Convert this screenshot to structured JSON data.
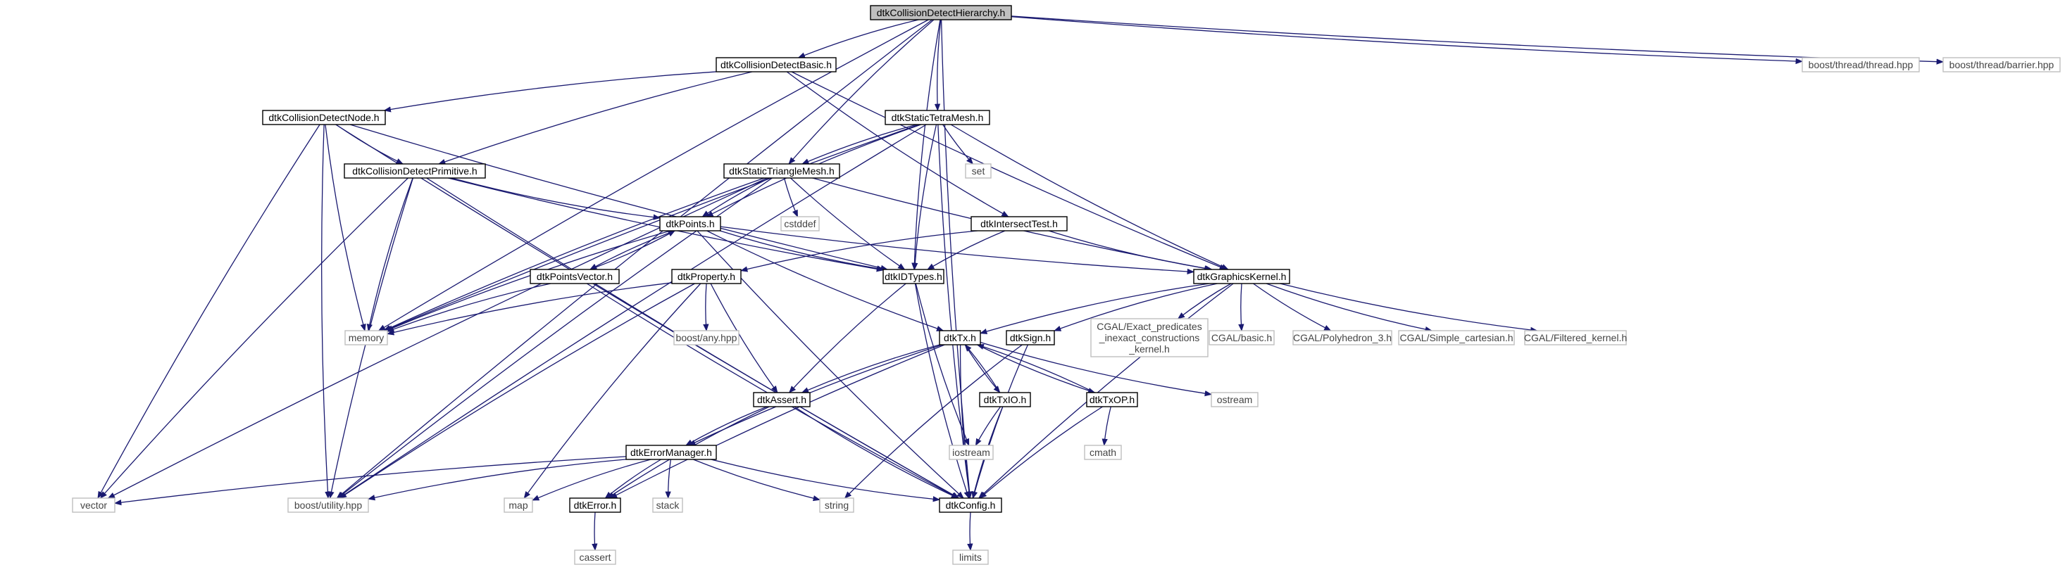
{
  "title": "dtkCollisionDetectHierarchy.h",
  "colors": {
    "edge": "#191970",
    "root_fill": "#bfbfbf",
    "documented_border": "#000000",
    "external_border": "#bfbfbf",
    "external_text": "#444444"
  },
  "nodes": {
    "root": {
      "lines": [
        "dtkCollisionDetectHierarchy.h"
      ],
      "kind": "root"
    },
    "cdbasic": {
      "lines": [
        "dtkCollisionDetectBasic.h"
      ],
      "kind": "doc"
    },
    "bthread": {
      "lines": [
        "boost/thread/thread.hpp"
      ],
      "kind": "ext"
    },
    "bbarrier": {
      "lines": [
        "boost/thread/barrier.hpp"
      ],
      "kind": "ext"
    },
    "cdnode": {
      "lines": [
        "dtkCollisionDetectNode.h"
      ],
      "kind": "doc"
    },
    "tetra": {
      "lines": [
        "dtkStaticTetraMesh.h"
      ],
      "kind": "doc"
    },
    "cdprim": {
      "lines": [
        "dtkCollisionDetectPrimitive.h"
      ],
      "kind": "doc"
    },
    "trimesh": {
      "lines": [
        "dtkStaticTriangleMesh.h"
      ],
      "kind": "doc"
    },
    "set": {
      "lines": [
        "set"
      ],
      "kind": "ext"
    },
    "cstddef": {
      "lines": [
        "cstddef"
      ],
      "kind": "ext"
    },
    "intersect": {
      "lines": [
        "dtkIntersectTest.h"
      ],
      "kind": "doc"
    },
    "points": {
      "lines": [
        "dtkPoints.h"
      ],
      "kind": "doc"
    },
    "idtypes": {
      "lines": [
        "dtkIDTypes.h"
      ],
      "kind": "doc"
    },
    "gkernel": {
      "lines": [
        "dtkGraphicsKernel.h"
      ],
      "kind": "doc"
    },
    "ptsvec": {
      "lines": [
        "dtkPointsVector.h"
      ],
      "kind": "doc"
    },
    "property": {
      "lines": [
        "dtkProperty.h"
      ],
      "kind": "doc"
    },
    "memory": {
      "lines": [
        "memory"
      ],
      "kind": "ext"
    },
    "bany": {
      "lines": [
        "boost/any.hpp"
      ],
      "kind": "ext"
    },
    "tx": {
      "lines": [
        "dtkTx.h"
      ],
      "kind": "doc"
    },
    "sign": {
      "lines": [
        "dtkSign.h"
      ],
      "kind": "doc"
    },
    "cgalexact": {
      "lines": [
        "CGAL/Exact_predicates",
        "_inexact_constructions",
        "_kernel.h"
      ],
      "kind": "ext"
    },
    "cgalbasic": {
      "lines": [
        "CGAL/basic.h"
      ],
      "kind": "ext"
    },
    "cgalpoly": {
      "lines": [
        "CGAL/Polyhedron_3.h"
      ],
      "kind": "ext"
    },
    "cgalsimple": {
      "lines": [
        "CGAL/Simple_cartesian.h"
      ],
      "kind": "ext"
    },
    "cgalfilt": {
      "lines": [
        "CGAL/Filtered_kernel.h"
      ],
      "kind": "ext"
    },
    "ostream": {
      "lines": [
        "ostream"
      ],
      "kind": "ext"
    },
    "assert": {
      "lines": [
        "dtkAssert.h"
      ],
      "kind": "doc"
    },
    "txio": {
      "lines": [
        "dtkTxIO.h"
      ],
      "kind": "doc"
    },
    "txop": {
      "lines": [
        "dtkTxOP.h"
      ],
      "kind": "doc"
    },
    "iostream": {
      "lines": [
        "iostream"
      ],
      "kind": "ext"
    },
    "cmath": {
      "lines": [
        "cmath"
      ],
      "kind": "ext"
    },
    "errmgr": {
      "lines": [
        "dtkErrorManager.h"
      ],
      "kind": "doc"
    },
    "vector": {
      "lines": [
        "vector"
      ],
      "kind": "ext"
    },
    "butility": {
      "lines": [
        "boost/utility.hpp"
      ],
      "kind": "ext"
    },
    "map": {
      "lines": [
        "map"
      ],
      "kind": "ext"
    },
    "error": {
      "lines": [
        "dtkError.h"
      ],
      "kind": "doc"
    },
    "stack": {
      "lines": [
        "stack"
      ],
      "kind": "ext"
    },
    "string": {
      "lines": [
        "string"
      ],
      "kind": "ext"
    },
    "config": {
      "lines": [
        "dtkConfig.h"
      ],
      "kind": "doc"
    },
    "cassert": {
      "lines": [
        "cassert"
      ],
      "kind": "ext"
    },
    "limits": {
      "lines": [
        "limits"
      ],
      "kind": "ext"
    }
  },
  "edges": [
    [
      "root",
      "cdbasic"
    ],
    [
      "root",
      "bthread"
    ],
    [
      "root",
      "bbarrier"
    ],
    [
      "root",
      "tetra"
    ],
    [
      "root",
      "trimesh"
    ],
    [
      "root",
      "idtypes"
    ],
    [
      "root",
      "memory"
    ],
    [
      "root",
      "butility"
    ],
    [
      "root",
      "config"
    ],
    [
      "cdbasic",
      "cdnode"
    ],
    [
      "cdbasic",
      "cdprim"
    ],
    [
      "cdbasic",
      "intersect"
    ],
    [
      "cdbasic",
      "gkernel"
    ],
    [
      "cdnode",
      "cdprim"
    ],
    [
      "cdnode",
      "memory"
    ],
    [
      "cdnode",
      "vector"
    ],
    [
      "cdnode",
      "butility"
    ],
    [
      "cdnode",
      "idtypes"
    ],
    [
      "cdnode",
      "config"
    ],
    [
      "tetra",
      "set"
    ],
    [
      "tetra",
      "trimesh"
    ],
    [
      "tetra",
      "points"
    ],
    [
      "tetra",
      "idtypes"
    ],
    [
      "tetra",
      "gkernel"
    ],
    [
      "tetra",
      "memory"
    ],
    [
      "tetra",
      "butility"
    ],
    [
      "tetra",
      "config"
    ],
    [
      "cdprim",
      "points"
    ],
    [
      "cdprim",
      "idtypes"
    ],
    [
      "cdprim",
      "memory"
    ],
    [
      "cdprim",
      "vector"
    ],
    [
      "cdprim",
      "butility"
    ],
    [
      "cdprim",
      "config"
    ],
    [
      "trimesh",
      "cstddef"
    ],
    [
      "trimesh",
      "points"
    ],
    [
      "trimesh",
      "idtypes"
    ],
    [
      "trimesh",
      "gkernel"
    ],
    [
      "trimesh",
      "memory"
    ],
    [
      "trimesh",
      "vector"
    ],
    [
      "trimesh",
      "butility"
    ],
    [
      "intersect",
      "idtypes"
    ],
    [
      "intersect",
      "gkernel"
    ],
    [
      "intersect",
      "property"
    ],
    [
      "points",
      "ptsvec"
    ],
    [
      "points",
      "idtypes"
    ],
    [
      "points",
      "gkernel"
    ],
    [
      "points",
      "memory"
    ],
    [
      "points",
      "tx"
    ],
    [
      "points",
      "config"
    ],
    [
      "ptsvec",
      "points"
    ],
    [
      "ptsvec",
      "memory"
    ],
    [
      "ptsvec",
      "config"
    ],
    [
      "idtypes",
      "assert"
    ],
    [
      "idtypes",
      "config"
    ],
    [
      "idtypes",
      "iostream"
    ],
    [
      "property",
      "memory"
    ],
    [
      "property",
      "bany"
    ],
    [
      "property",
      "assert"
    ],
    [
      "property",
      "map"
    ],
    [
      "property",
      "butility"
    ],
    [
      "gkernel",
      "tx"
    ],
    [
      "gkernel",
      "sign"
    ],
    [
      "gkernel",
      "cgalexact"
    ],
    [
      "gkernel",
      "cgalbasic"
    ],
    [
      "gkernel",
      "cgalpoly"
    ],
    [
      "gkernel",
      "cgalsimple"
    ],
    [
      "gkernel",
      "cgalfilt"
    ],
    [
      "gkernel",
      "config"
    ],
    [
      "tx",
      "assert"
    ],
    [
      "tx",
      "txio"
    ],
    [
      "tx",
      "txop"
    ],
    [
      "tx",
      "ostream"
    ],
    [
      "tx",
      "error"
    ],
    [
      "tx",
      "errmgr"
    ],
    [
      "tx",
      "config"
    ],
    [
      "sign",
      "string"
    ],
    [
      "sign",
      "config"
    ],
    [
      "txio",
      "tx"
    ],
    [
      "txio",
      "iostream"
    ],
    [
      "txio",
      "config"
    ],
    [
      "txop",
      "tx"
    ],
    [
      "txop",
      "cmath"
    ],
    [
      "txop",
      "config"
    ],
    [
      "assert",
      "errmgr"
    ],
    [
      "assert",
      "error"
    ],
    [
      "assert",
      "config"
    ],
    [
      "errmgr",
      "vector"
    ],
    [
      "errmgr",
      "butility"
    ],
    [
      "errmgr",
      "map"
    ],
    [
      "errmgr",
      "error"
    ],
    [
      "errmgr",
      "stack"
    ],
    [
      "errmgr",
      "string"
    ],
    [
      "errmgr",
      "config"
    ],
    [
      "error",
      "cassert"
    ],
    [
      "config",
      "limits"
    ]
  ]
}
